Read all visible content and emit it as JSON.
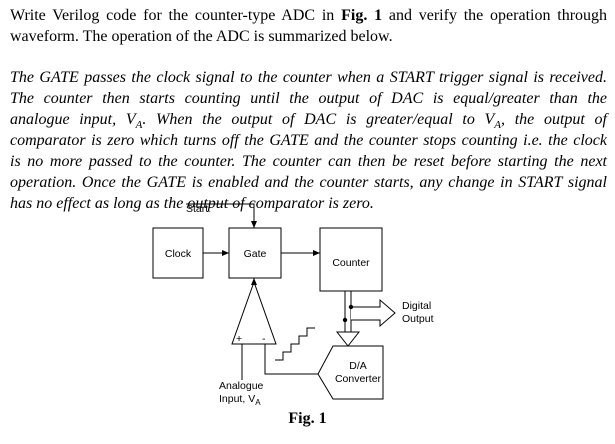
{
  "task": {
    "line1_pre": "Write Verilog code for the counter-type ADC in ",
    "line1_ref": "Fig. 1",
    "line1_post": " and verify the operation through",
    "line2": "waveform. The operation of the ADC is summarized below."
  },
  "description": {
    "line1": "The GATE passes the clock signal to the counter when a START trigger signal is received.",
    "line2": "The counter then starts counting until the output of DAC is equal/greater than the",
    "line3_pre": "analogue input, V",
    "line3_sub": "A",
    "line3_post": ". When the output of DAC is greater/equal to V",
    "line3_sub2": "A",
    "line3_end": ", the output of",
    "line4": "comparator is zero which turns off the GATE and the counter stops counting i.e. the clock",
    "line5": "is no more passed to the counter. The counter can then be reset before starting the next",
    "line6": "operation. Once the GATE is enabled and the counter starts, any change in START signal",
    "line7": "has no effect as long as the output of comparator is zero."
  },
  "diagram": {
    "start": "Start",
    "clock": "Clock",
    "gate": "Gate",
    "counter": "Counter",
    "digital_output_1": "Digital",
    "digital_output_2": "Output",
    "plus": "+",
    "minus": "-",
    "dac_1": "D/A",
    "dac_2": "Converter",
    "analogue_1": "Analogue",
    "analogue_2_pre": "Input, V",
    "analogue_2_sub": "A"
  },
  "caption": "Fig. 1"
}
